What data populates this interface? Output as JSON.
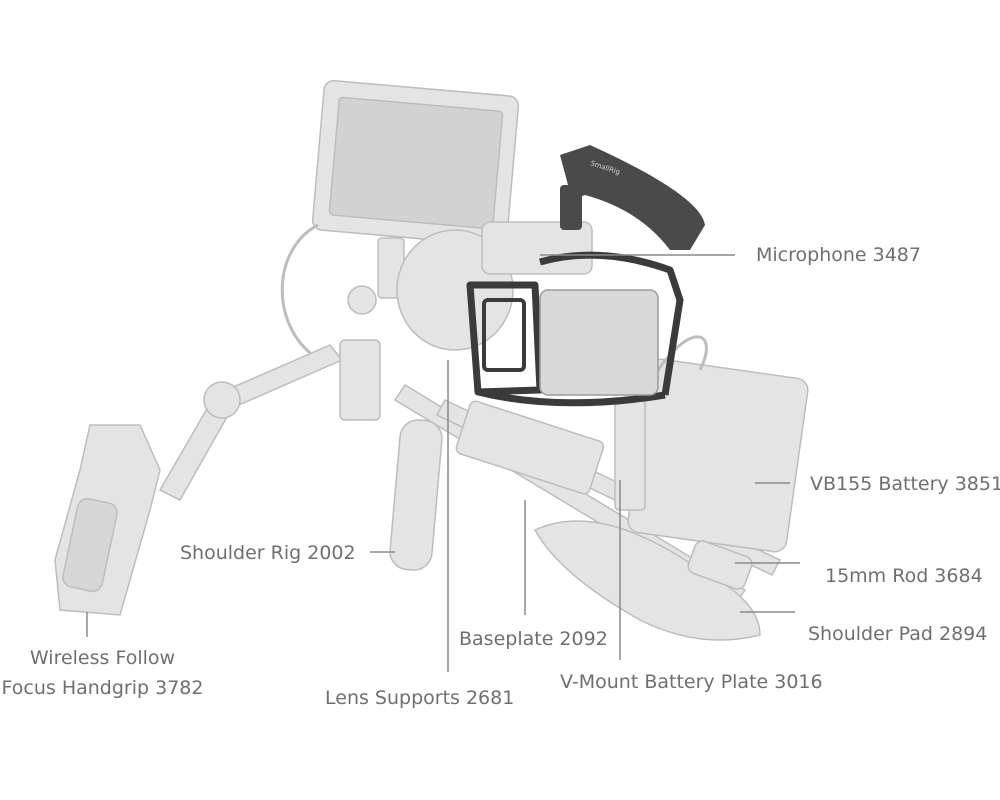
{
  "colors": {
    "ghost_fill": "#e4e4e4",
    "ghost_stroke": "#bdbdbd",
    "cage_dark": "#3b3b3b",
    "handle": "#4a4a4a",
    "leader": "#8a8a8a",
    "label_text": "#6f6f6f"
  },
  "labels": {
    "microphone": "Microphone 3487",
    "battery": "VB155 Battery 3851",
    "rod": "15mm Rod 3684",
    "shoulder_pad": "Shoulder Pad 2894",
    "shoulder_rig": "Shoulder Rig 2002",
    "baseplate": "Baseplate 2092",
    "vmount": "V-Mount Battery Plate 3016",
    "lens_supports": "Lens Supports 2681",
    "handgrip_line1": "Wireless Follow",
    "handgrip_line2": "Focus Handgrip 3782"
  },
  "product_text": {
    "monitor_brand": "SmallRig"
  }
}
